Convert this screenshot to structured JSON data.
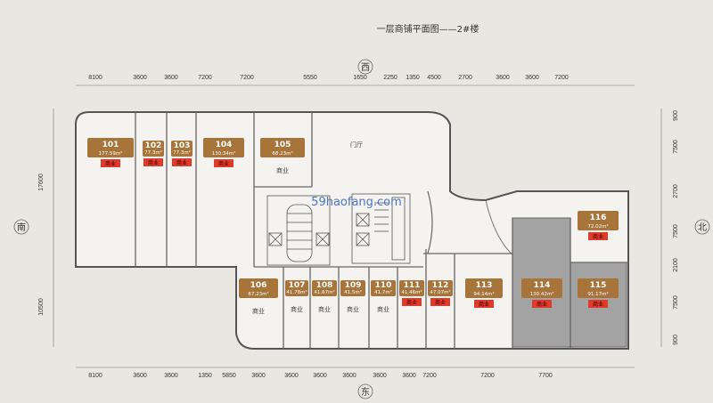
{
  "title": "一层商铺平面图——2#楼",
  "watermark": "59haofang.com",
  "lobby": "门厅",
  "compass": {
    "west": "西",
    "east": "东",
    "south": "南",
    "north": "北"
  },
  "dimensions": {
    "top": [
      "8100",
      "3600",
      "3600",
      "7200",
      "7200",
      "5550",
      "1650",
      "2250",
      "1350",
      "4500",
      "2700",
      "3600",
      "3600",
      "7200"
    ],
    "bottom": [
      "8100",
      "3600",
      "3600",
      "1350",
      "5850",
      "3600",
      "3600",
      "3600",
      "3600",
      "3600",
      "3600",
      "7200",
      "7200",
      "7700"
    ],
    "left": [
      "17600",
      "10500"
    ],
    "right": [
      "900",
      "7500",
      "2700",
      "7500",
      "2100",
      "7500",
      "900"
    ]
  },
  "shops": [
    {
      "id": "101",
      "area": "177.59m²",
      "use": "商业",
      "use_red": true
    },
    {
      "id": "102",
      "area": "77.3m²",
      "use": "商业",
      "use_red": true
    },
    {
      "id": "103",
      "area": "77.3m²",
      "use": "商业",
      "use_red": true
    },
    {
      "id": "104",
      "area": "130.34m²",
      "use": "商业",
      "use_red": true
    },
    {
      "id": "105",
      "area": "68.23m²",
      "use": "商业",
      "use_red": false
    },
    {
      "id": "106",
      "area": "67.23m²",
      "use": "商业",
      "use_red": false
    },
    {
      "id": "107",
      "area": "41.78m²",
      "use": "商业",
      "use_red": false
    },
    {
      "id": "108",
      "area": "41.67m²",
      "use": "商业",
      "use_red": false
    },
    {
      "id": "109",
      "area": "41.5m²",
      "use": "商业",
      "use_red": false
    },
    {
      "id": "110",
      "area": "41.7m²",
      "use": "商业",
      "use_red": false
    },
    {
      "id": "111",
      "area": "41.46m²",
      "use": "商业",
      "use_red": true
    },
    {
      "id": "112",
      "area": "47.07m²",
      "use": "商业",
      "use_red": true
    },
    {
      "id": "113",
      "area": "94.14m²",
      "use": "商业",
      "use_red": true
    },
    {
      "id": "114",
      "area": "130.42m²",
      "use": "商业",
      "use_red": true
    },
    {
      "id": "115",
      "area": "91.17m²",
      "use": "商业",
      "use_red": true
    },
    {
      "id": "116",
      "area": "72.02m²",
      "use": "商业",
      "use_red": true
    }
  ]
}
